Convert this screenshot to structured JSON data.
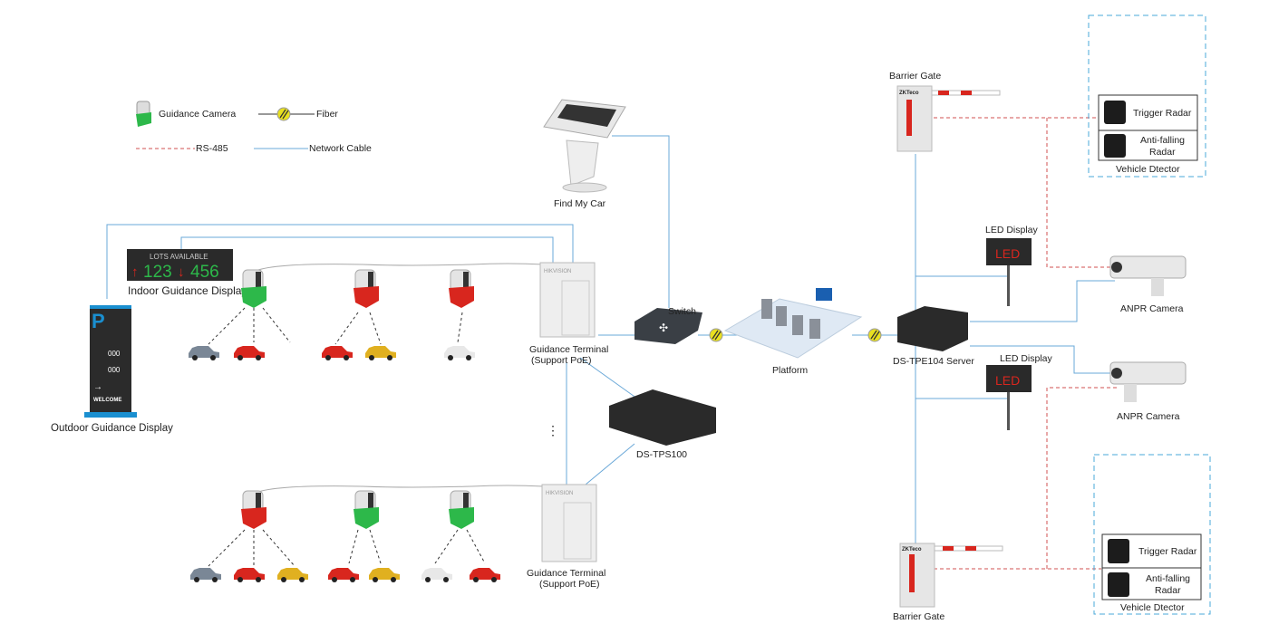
{
  "legend": {
    "guidance_camera": "Guidance Camera",
    "fiber": "Fiber",
    "rs485": "RS-485",
    "network_cable": "Network Cable"
  },
  "colors": {
    "network": "#6aa8d8",
    "rs485": "#d05050",
    "fiber": "#e8e020",
    "camera_green": "#2db84a",
    "camera_red": "#d8261e",
    "detector_border": "#4aa8d8"
  },
  "devices": {
    "find_my_car": "Find My Car",
    "indoor_display": "Indoor Guidance Display",
    "indoor_display_header": "LOTS  AVAILABLE",
    "indoor_display_left": "123",
    "indoor_display_right": "456",
    "outdoor_display": "Outdoor Guidance Display",
    "outdoor_display_values": [
      "000",
      "000"
    ],
    "outdoor_display_welcome": "WELCOME",
    "guidance_terminal_1": [
      "Guidance Terminal",
      "(Support PoE)"
    ],
    "guidance_terminal_2": [
      "Guidance Terminal",
      "(Support PoE)"
    ],
    "switch": "Switch",
    "platform": "Platform",
    "tps100": "DS-TPS100",
    "server": "DS-TPE104 Server",
    "barrier_gate_top": "Barrier Gate",
    "barrier_gate_bottom": "Barrier Gate",
    "led_display_1": "LED Display",
    "led_display_2": "LED Display",
    "led_text": "LED",
    "anpr_1": "ANPR Camera",
    "anpr_2": "ANPR Camera",
    "trigger_radar_1": "Trigger Radar",
    "anti_falling_1": [
      "Anti-falling",
      "Radar"
    ],
    "vehicle_detector_1": "Vehicle Dtector",
    "trigger_radar_2": "Trigger Radar",
    "anti_falling_2": [
      "Anti-falling",
      "Radar"
    ],
    "vehicle_detector_2": "Vehicle Dtector",
    "brand": "HIKVISION",
    "gate_brand": "ZKTeco"
  },
  "cameras_top": [
    "green",
    "red",
    "red"
  ],
  "cameras_bottom": [
    "red",
    "green",
    "green"
  ]
}
